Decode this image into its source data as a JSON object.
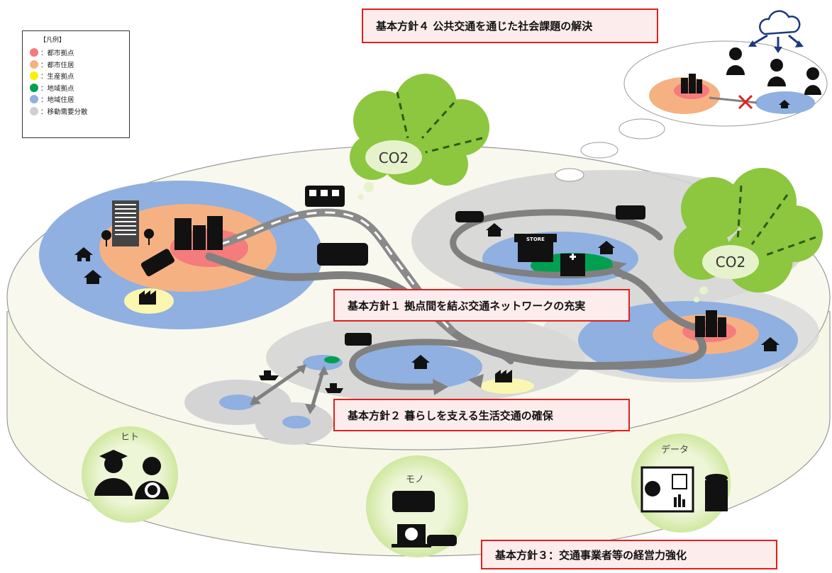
{
  "legend": {
    "title": "【凡例】",
    "items": [
      {
        "label": "：都市拠点",
        "color": "#f47c7c"
      },
      {
        "label": "：都市住居",
        "color": "#f6b183"
      },
      {
        "label": "：生産拠点",
        "color": "#fbf000"
      },
      {
        "label": "：地域拠点",
        "color": "#00a050"
      },
      {
        "label": "：地域住居",
        "color": "#8fb0e0"
      },
      {
        "label": "：移動需要分散",
        "color": "#d0d0d0"
      }
    ]
  },
  "policies": {
    "p1": "基本方針１ 拠点間を結ぶ交通ネットワークの充実",
    "p2": "基本方針２ 暮らしを支える生活交通の確保",
    "p3": "基本方針３：交通事業者等の経営力強化",
    "p4": "基本方針４ 公共交通を通じた社会課題の解決"
  },
  "co2_labels": [
    "CO2",
    "CO2"
  ],
  "store_sign": "STORE",
  "pillars": {
    "people": "ヒト",
    "things": "モノ",
    "data": "データ"
  },
  "colors": {
    "urban_core": "#f47c7c",
    "urban_residential": "#f6b183",
    "production": "#fbf7b0",
    "regional_core": "#00a050",
    "regional_residential": "#8fb0e0",
    "dispersed_demand": "#d4d4d4",
    "policy_border": "#e02020",
    "policy_fill": "#fdecec",
    "tree_green": "#8dc63f",
    "platform_fill": "#f6f7e6",
    "route": "#808080"
  }
}
